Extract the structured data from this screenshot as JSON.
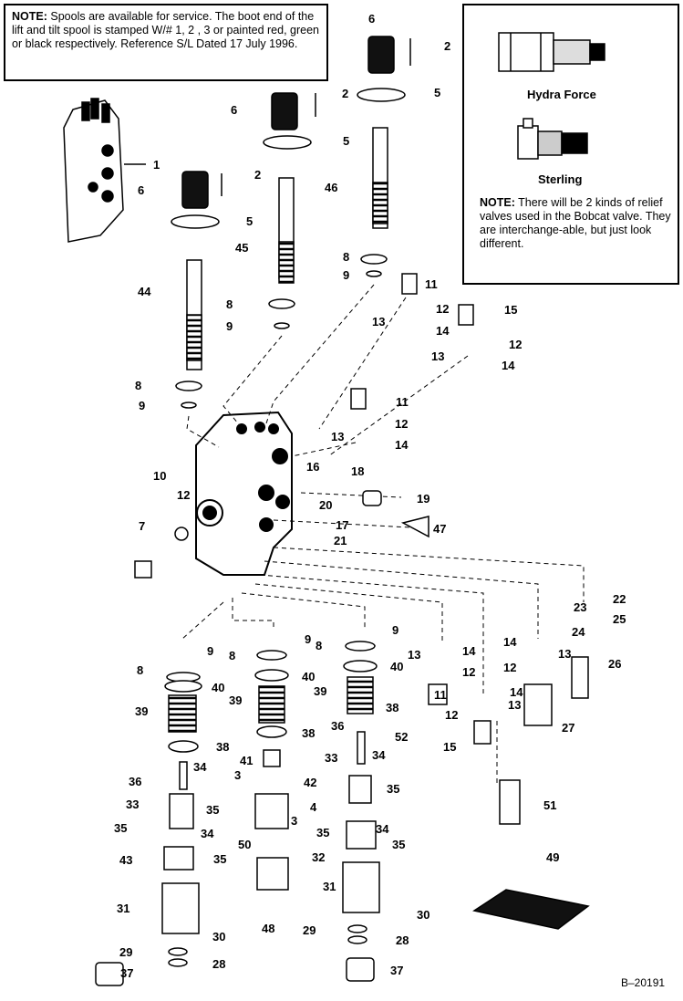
{
  "notes": {
    "top_left_label": "NOTE:",
    "top_left_text": "Spools are available for service.  The boot end of the lift and tilt spool is stamped W/# 1, 2 , 3 or painted red, green or black respectively.  Reference S/L Dated 17 July 1996.",
    "right_label": "NOTE:",
    "right_text": "There will be 2 kinds of relief valves used in the Bobcat valve.  They are interchange-able, but just look different."
  },
  "relief_valves": {
    "hydra_force": "Hydra Force",
    "sterling": "Sterling"
  },
  "drawing_number": "B–20191",
  "callouts": [
    {
      "n": "1"
    },
    {
      "n": "2"
    },
    {
      "n": "2"
    },
    {
      "n": "2"
    },
    {
      "n": "5"
    },
    {
      "n": "5"
    },
    {
      "n": "5"
    },
    {
      "n": "6"
    },
    {
      "n": "6"
    },
    {
      "n": "6"
    },
    {
      "n": "46"
    },
    {
      "n": "45"
    },
    {
      "n": "44"
    },
    {
      "n": "8"
    },
    {
      "n": "9"
    },
    {
      "n": "8"
    },
    {
      "n": "9"
    },
    {
      "n": "8"
    },
    {
      "n": "9"
    },
    {
      "n": "11"
    },
    {
      "n": "12"
    },
    {
      "n": "13"
    },
    {
      "n": "14"
    },
    {
      "n": "15"
    },
    {
      "n": "12"
    },
    {
      "n": "13"
    },
    {
      "n": "14"
    },
    {
      "n": "11"
    },
    {
      "n": "12"
    },
    {
      "n": "13"
    },
    {
      "n": "14"
    },
    {
      "n": "10"
    },
    {
      "n": "16"
    },
    {
      "n": "18"
    },
    {
      "n": "19"
    },
    {
      "n": "20"
    },
    {
      "n": "17"
    },
    {
      "n": "21"
    },
    {
      "n": "47"
    },
    {
      "n": "12"
    },
    {
      "n": "7"
    },
    {
      "n": "22"
    },
    {
      "n": "23"
    },
    {
      "n": "25"
    },
    {
      "n": "24"
    },
    {
      "n": "14"
    },
    {
      "n": "13"
    },
    {
      "n": "12"
    },
    {
      "n": "26"
    },
    {
      "n": "9"
    },
    {
      "n": "8"
    },
    {
      "n": "40"
    },
    {
      "n": "39"
    },
    {
      "n": "38"
    },
    {
      "n": "36"
    },
    {
      "n": "34"
    },
    {
      "n": "33"
    },
    {
      "n": "35"
    },
    {
      "n": "35"
    },
    {
      "n": "34"
    },
    {
      "n": "35"
    },
    {
      "n": "43"
    },
    {
      "n": "31"
    },
    {
      "n": "29"
    },
    {
      "n": "30"
    },
    {
      "n": "28"
    },
    {
      "n": "37"
    },
    {
      "n": "9"
    },
    {
      "n": "8"
    },
    {
      "n": "40"
    },
    {
      "n": "39"
    },
    {
      "n": "38"
    },
    {
      "n": "41"
    },
    {
      "n": "3"
    },
    {
      "n": "42"
    },
    {
      "n": "4"
    },
    {
      "n": "3"
    },
    {
      "n": "50"
    },
    {
      "n": "48"
    },
    {
      "n": "9"
    },
    {
      "n": "8"
    },
    {
      "n": "40"
    },
    {
      "n": "39"
    },
    {
      "n": "38"
    },
    {
      "n": "36"
    },
    {
      "n": "52"
    },
    {
      "n": "33"
    },
    {
      "n": "34"
    },
    {
      "n": "35"
    },
    {
      "n": "35"
    },
    {
      "n": "34"
    },
    {
      "n": "35"
    },
    {
      "n": "32"
    },
    {
      "n": "31"
    },
    {
      "n": "30"
    },
    {
      "n": "29"
    },
    {
      "n": "28"
    },
    {
      "n": "37"
    },
    {
      "n": "13"
    },
    {
      "n": "14"
    },
    {
      "n": "12"
    },
    {
      "n": "11"
    },
    {
      "n": "14"
    },
    {
      "n": "13"
    },
    {
      "n": "12"
    },
    {
      "n": "15"
    },
    {
      "n": "27"
    },
    {
      "n": "51"
    },
    {
      "n": "49"
    }
  ]
}
